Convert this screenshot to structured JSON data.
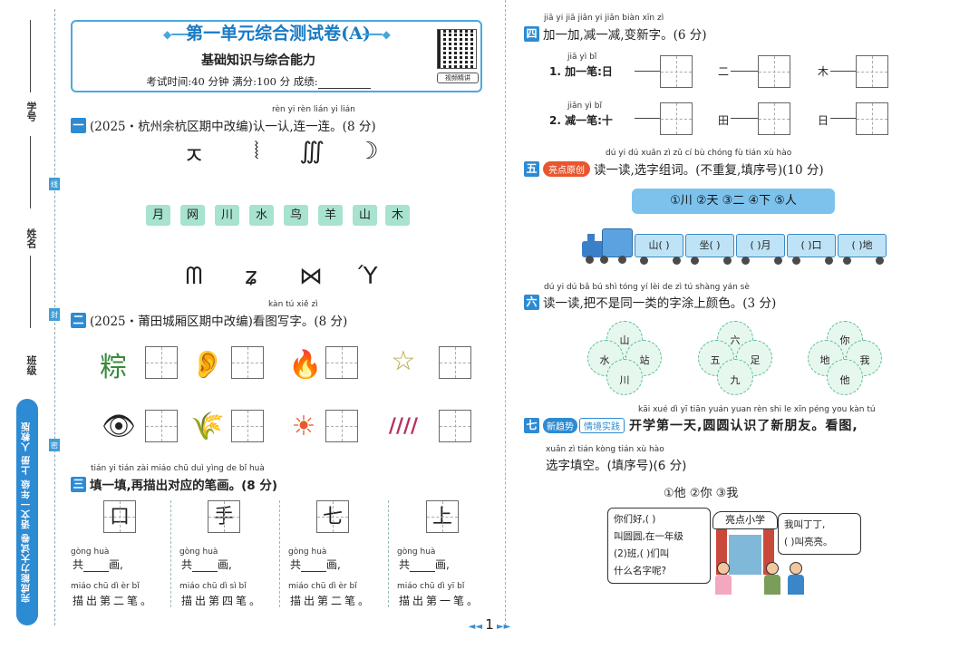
{
  "margin": {
    "xuehao": "学号",
    "xingming": "姓名",
    "banji": "班级",
    "xian": "线",
    "feng": "封",
    "mi": "密",
    "book": "完成能力大试卷 语文一年级 上册 人教版"
  },
  "header": {
    "title": "第一单元综合测试卷(A)",
    "subtitle": "基础知识与综合能力",
    "info": "考试时间:40 分钟   满分:100 分   成绩:",
    "qr_caption": "视频精讲"
  },
  "s1": {
    "num": "一",
    "pinyin": "rèn yi rèn  lián yi lián",
    "text": "(2025・杭州余杭区期中改编)认一认,连一连。(8 分)",
    "chars": [
      "月",
      "网",
      "川",
      "水",
      "鸟",
      "羊",
      "山",
      "木"
    ]
  },
  "s2": {
    "num": "二",
    "pinyin": "kàn tú xiě zì",
    "text": "(2025・莆田城厢区期中改编)看图写字。(8 分)",
    "pics": [
      "粽",
      "👂",
      "🔥",
      "☆",
      "👁",
      "🌾",
      "☀",
      "////"
    ]
  },
  "s3": {
    "num": "三",
    "pinyin": "tián yi tián   zài miáo chū duì yìng de bǐ huà",
    "text": "填一填,再描出对应的笔画。(8 分)",
    "chars": [
      "口",
      "手",
      "七",
      "上"
    ],
    "gong_pinyin": "gòng    huà",
    "gong_prefix": "共",
    "gong_suffix": "画,",
    "items_pinyin": [
      "miáo chū dì èr bǐ",
      "miáo chū dì sì bǐ",
      "miáo chū dì èr bǐ",
      "miáo chū dì yī bǐ"
    ],
    "items": [
      "描出第二笔。",
      "描出第四笔。",
      "描出第二笔。",
      "描出第一笔。"
    ]
  },
  "s4": {
    "num": "四",
    "pinyin": "jiā yi jiā  jiǎn yi jiǎn  biàn xīn zì",
    "text": "加一加,减一减,变新字。(6 分)",
    "r1_pinyin": "jiā yì bǐ",
    "r1_label": "1. 加一笔:日",
    "r1_chars": [
      "二",
      "木"
    ],
    "r2_pinyin": "jiǎn yì bǐ",
    "r2_label": "2. 减一笔:十",
    "r2_chars": [
      "田",
      "日"
    ]
  },
  "s5": {
    "num": "五",
    "badge": "亮点原创",
    "pinyin": "dú yi dú  xuǎn zì zǔ cí   bù chóng fù  tián xù hào",
    "text": "读一读,选字组词。(不重复,填序号)(10 分)",
    "options": "①川  ②天  ③二  ④下  ⑤人",
    "cars": [
      "山(  )",
      "坐(  )",
      "(  )月",
      "(  )口",
      "(  )地"
    ]
  },
  "s6": {
    "num": "六",
    "pinyin": "dú yi dú  bǎ bú shì tóng yí lèi de zì tú shàng yán sè",
    "text": "读一读,把不是同一类的字涂上颜色。(3 分)",
    "clovers": [
      [
        "山",
        "水",
        "站",
        "川"
      ],
      [
        "六",
        "五",
        "足",
        "九"
      ],
      [
        "你",
        "地",
        "我",
        "他"
      ]
    ]
  },
  "s7": {
    "num": "七",
    "badge1": "新趋势",
    "badge2": "情境实践",
    "pinyin1": "kāi xué dì yī tiān  yuán yuan rèn shi le xīn péng you   kàn tú",
    "text1": "开学第一天,圆圆认识了新朋友。看图,",
    "pinyin2": "xuǎn zì tián kòng      tián xù hào",
    "text2": "选字填空。(填序号)(6 分)",
    "options": "①他    ②你    ③我",
    "bubble_left": [
      "你们好,(   )",
      "叫圆圆,在一年级",
      "(2)班,(   )们叫",
      "什么名字呢?"
    ],
    "sign": "亮点小学",
    "bubble_right": [
      "我叫丁丁,",
      "(   )叫亮亮。"
    ]
  },
  "page": "1"
}
